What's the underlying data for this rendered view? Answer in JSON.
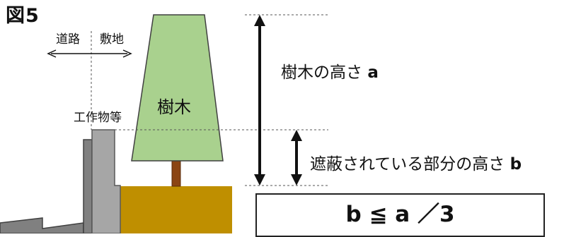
{
  "figure_label": "図5",
  "labels": {
    "road": "道路",
    "site": "敷地",
    "structure": "工作物等",
    "tree": "樹木",
    "tree_height_text": "樹木の高さ",
    "tree_height_var": "a",
    "hidden_height_text": "遮蔽されている部分の高さ",
    "hidden_height_var": "b"
  },
  "formula": "b ≦ a ／3",
  "colors": {
    "tree_crown": "#a9d18e",
    "tree_trunk": "#8b4513",
    "ground": "#bf8f00",
    "structure": "#a6a6a6",
    "road": "#808080"
  }
}
